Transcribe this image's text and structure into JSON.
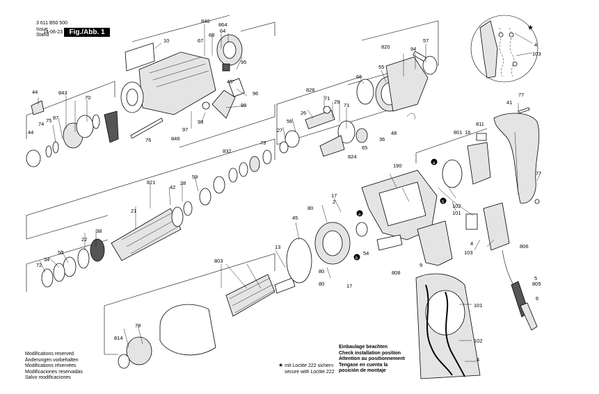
{
  "header": {
    "doc_number": "3 611 B50 500",
    "issue_label": "Issue",
    "stand_label": "Stand",
    "date": "14-06-23",
    "fig_label": "Fig./Abb. 1"
  },
  "footer_left": [
    "Modifications reserved",
    "Änderungen vorbehalten",
    "Modifications réservées",
    "Modificaciones reservadas",
    "Salvo modificaciones"
  ],
  "loctite_note": [
    "mit Loctite 222 sichern",
    "secure with Loctite 222"
  ],
  "loctite_symbol": "★",
  "install_note": [
    "Einbaulage beachten",
    "Check installation position",
    "Attention au positionnement",
    "Tengase en cuenta la",
    "posición de montaje"
  ],
  "callouts": {
    "c10": "10",
    "c840": "840",
    "c864": "864",
    "c67": "67",
    "c68": "68",
    "c64": "64",
    "c95": "95",
    "c96": "96",
    "c99": "99",
    "c97": "97",
    "c98": "98",
    "c846": "846",
    "c76": "76",
    "c45deg": "45°",
    "c44a": "44",
    "c843": "843",
    "c74": "74",
    "c75": "75",
    "c87": "87",
    "c70": "70",
    "c44b": "44",
    "c820": "820",
    "c94": "94",
    "c57": "57",
    "c55": "55",
    "c66": "66",
    "c48": "48",
    "c36": "36",
    "c65": "65",
    "c824": "824",
    "c826": "826",
    "c71a": "71",
    "c29": "29",
    "c71b": "71",
    "c26": "26",
    "c56": "56",
    "c27": "27",
    "c832": "832",
    "c73": "73",
    "c821": "821",
    "c42": "42",
    "c28": "28",
    "c59": "59",
    "c21": "21",
    "c22": "22",
    "c38": "38",
    "c72": "72",
    "c34": "34",
    "c50": "50",
    "c803": "803",
    "c13": "13",
    "c814": "814",
    "c79": "79",
    "c80a": "80",
    "c80b": "80",
    "c2": "2",
    "c17a": "17",
    "c45": "45",
    "c17b": "17",
    "c190": "190",
    "c54": "54",
    "c808": "808",
    "c9": "9",
    "c801": "801",
    "c16": "16",
    "c811": "811",
    "c41": "41",
    "c77a": "77",
    "c77b": "77",
    "c102a": "102",
    "c101a": "101",
    "c103a": "103",
    "c4a": "4",
    "c806": "806",
    "c5": "5",
    "c805": "805",
    "c6": "6",
    "c101b": "101",
    "c102b": "102",
    "c4b": "4",
    "c4c": "4",
    "c103b": "103",
    "ma": "a",
    "mb": "b",
    "ma2": "a",
    "mb2": "b"
  }
}
